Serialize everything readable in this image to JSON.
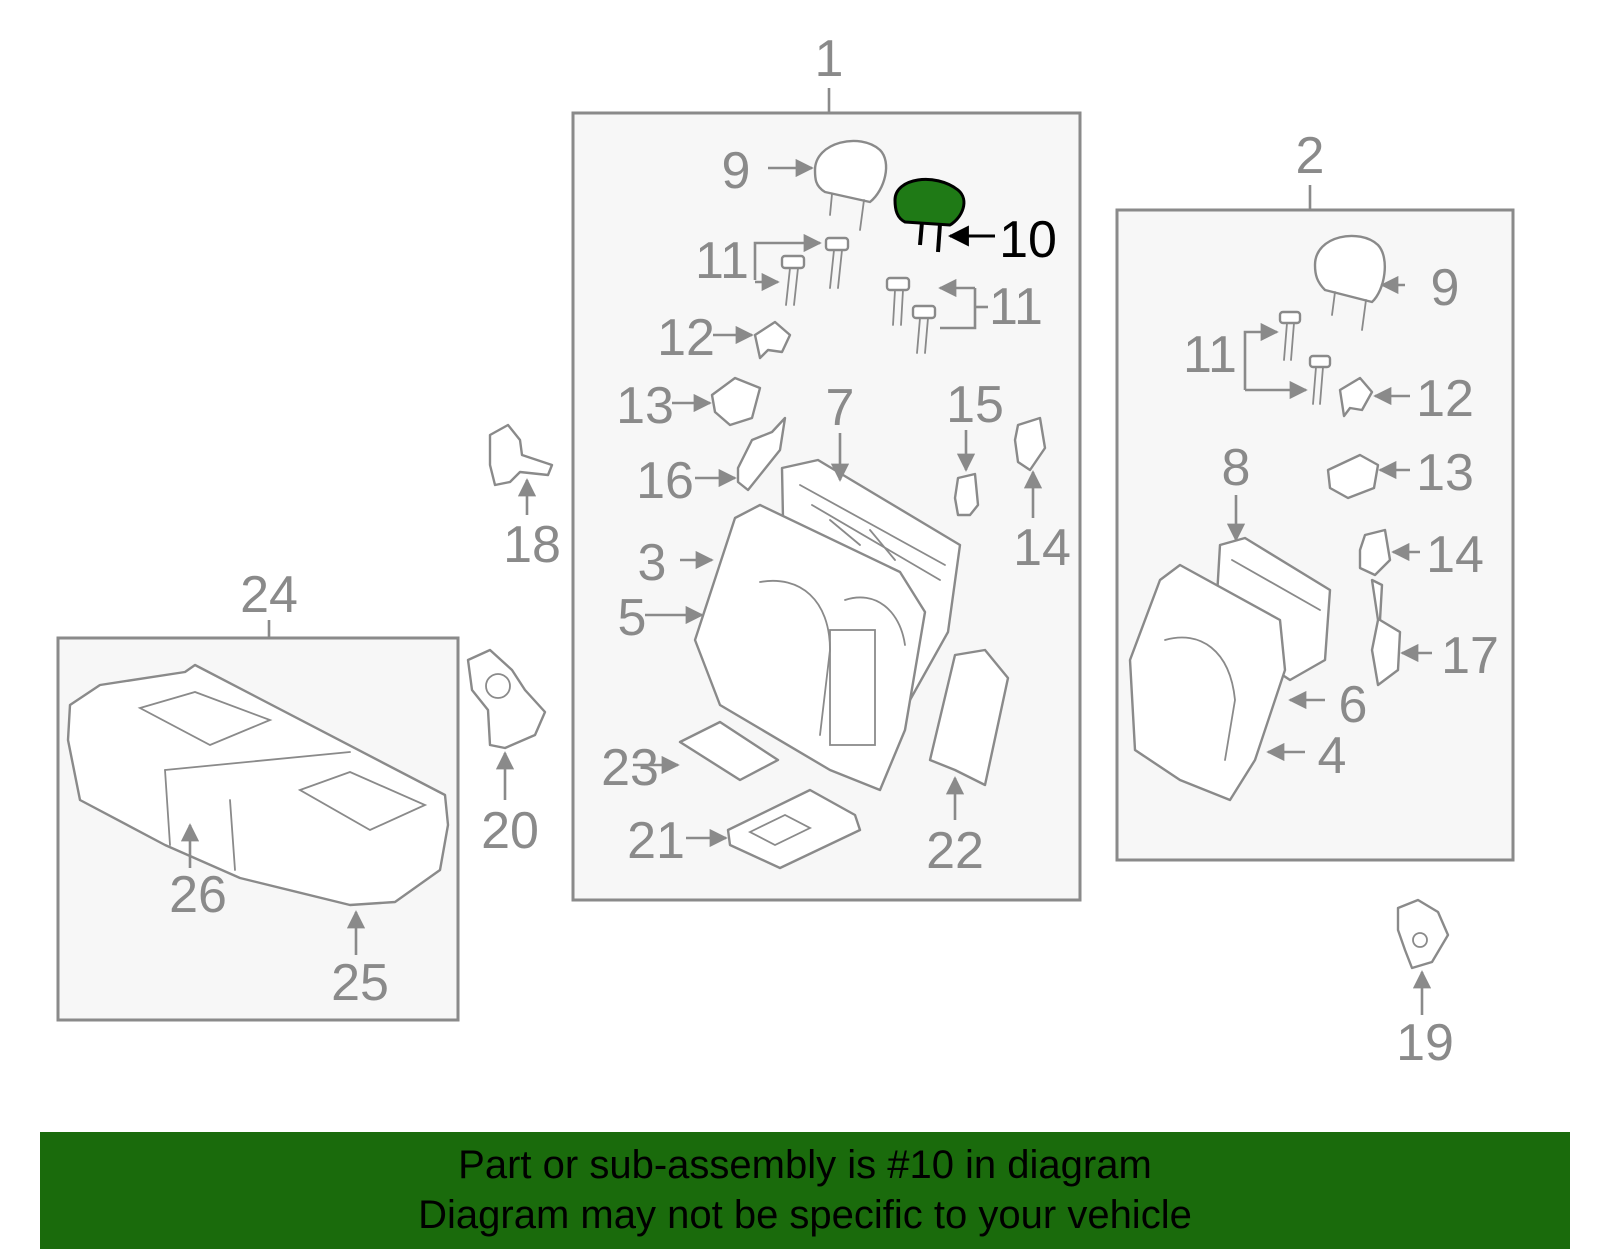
{
  "diagram": {
    "highlighted_part": "10",
    "highlight_color": "#1f7a16",
    "callouts": {
      "c1": "1",
      "c2": "2",
      "c3": "3",
      "c4": "4",
      "c5": "5",
      "c6": "6",
      "c7": "7",
      "c8": "8",
      "c9": "9",
      "c10": "10",
      "c11": "11",
      "c12": "12",
      "c13": "13",
      "c14": "14",
      "c15": "15",
      "c16": "16",
      "c17": "17",
      "c18": "18",
      "c19": "19",
      "c20": "20",
      "c21": "21",
      "c22": "22",
      "c23": "23",
      "c24": "24",
      "c25": "25",
      "c26": "26"
    }
  },
  "banner": {
    "line1": "Part or sub-assembly is #10 in diagram",
    "line2": "Diagram may not be specific to your vehicle",
    "background": "#1a6b0c"
  }
}
